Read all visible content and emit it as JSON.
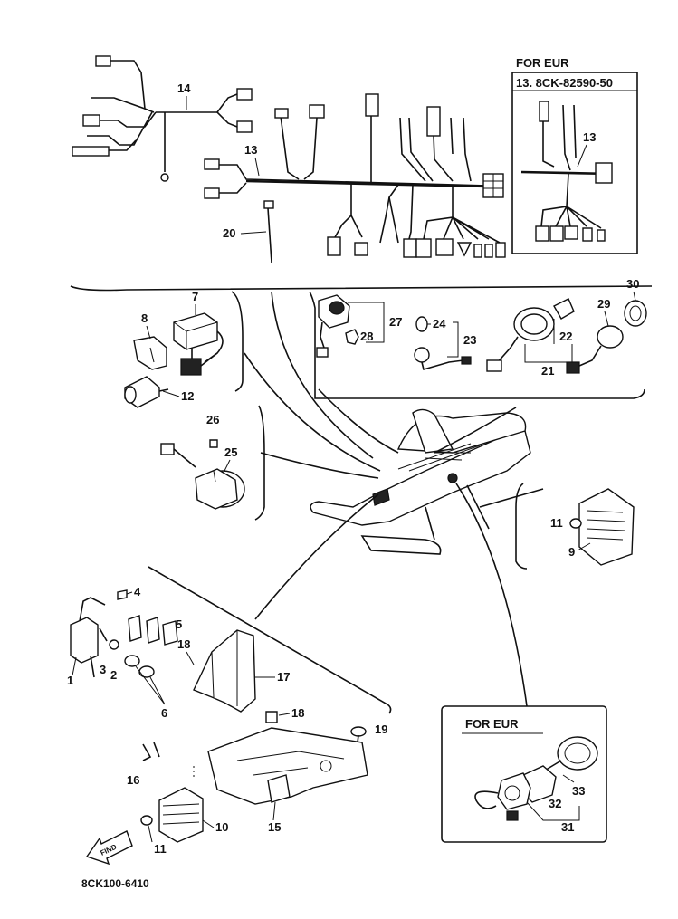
{
  "diagram": {
    "footer_code": "8CK100-6410",
    "find_arrow": "FIND",
    "box_eur_top": {
      "header": "FOR EUR",
      "part_line": "13. 8CK-82590-50",
      "callout": "13"
    },
    "box_eur_bottom": {
      "header": "FOR EUR"
    },
    "callouts": {
      "p1": "1",
      "p2": "2",
      "p3": "3",
      "p4": "4",
      "p5": "5",
      "p6": "6",
      "p7": "7",
      "p8": "8",
      "p9": "9",
      "p10": "10",
      "p11a": "11",
      "p11b": "11",
      "p12": "12",
      "p13": "13",
      "p14": "14",
      "p15": "15",
      "p16": "16",
      "p17": "17",
      "p18a": "18",
      "p18b": "18",
      "p19": "19",
      "p20": "20",
      "p21": "21",
      "p22": "22",
      "p23": "23",
      "p24": "24",
      "p25": "25",
      "p26": "26",
      "p27": "27",
      "p28": "28",
      "p29": "29",
      "p30": "30",
      "p31": "31",
      "p32": "32",
      "p33": "33"
    }
  }
}
